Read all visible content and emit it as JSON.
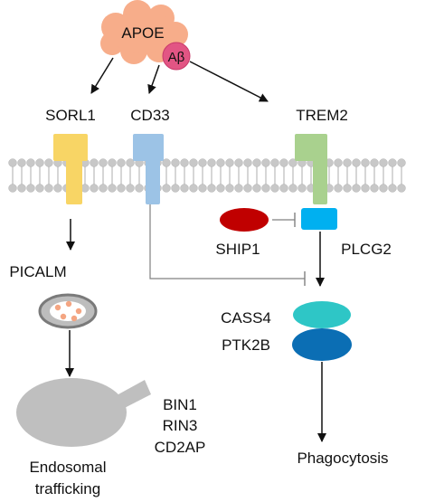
{
  "labels": {
    "apoe": "APOE",
    "abeta": "Aβ",
    "sorl1": "SORL1",
    "cd33": "CD33",
    "trem2": "TREM2",
    "ship1": "SHIP1",
    "plcg2": "PLCG2",
    "picalm": "PICALM",
    "cass4": "CASS4",
    "ptk2b": "PTK2B",
    "bin1": "BIN1",
    "rin3": "RIN3",
    "cd2ap": "CD2AP",
    "endosomal_line1": "Endosomal",
    "endosomal_line2": "trafficking",
    "phagocytosis": "Phagocytosis"
  },
  "colors": {
    "apoe_cloud": "#f7ad8a",
    "abeta": "#e25584",
    "sorl1": "#f8d565",
    "cd33": "#9cc3e6",
    "trem2": "#a9d18e",
    "plcg2": "#00b0f0",
    "ship1": "#c00000",
    "cass4": "#2ec6c6",
    "ptk2b": "#0b6eb4",
    "vesicle_dots": "#f4a582",
    "endosome": "#bfbfbf",
    "membrane_bead": "#c8c8c8",
    "membrane_tail": "#9a9a9a",
    "arrow": "#111111",
    "inhibit_line": "#808080"
  }
}
